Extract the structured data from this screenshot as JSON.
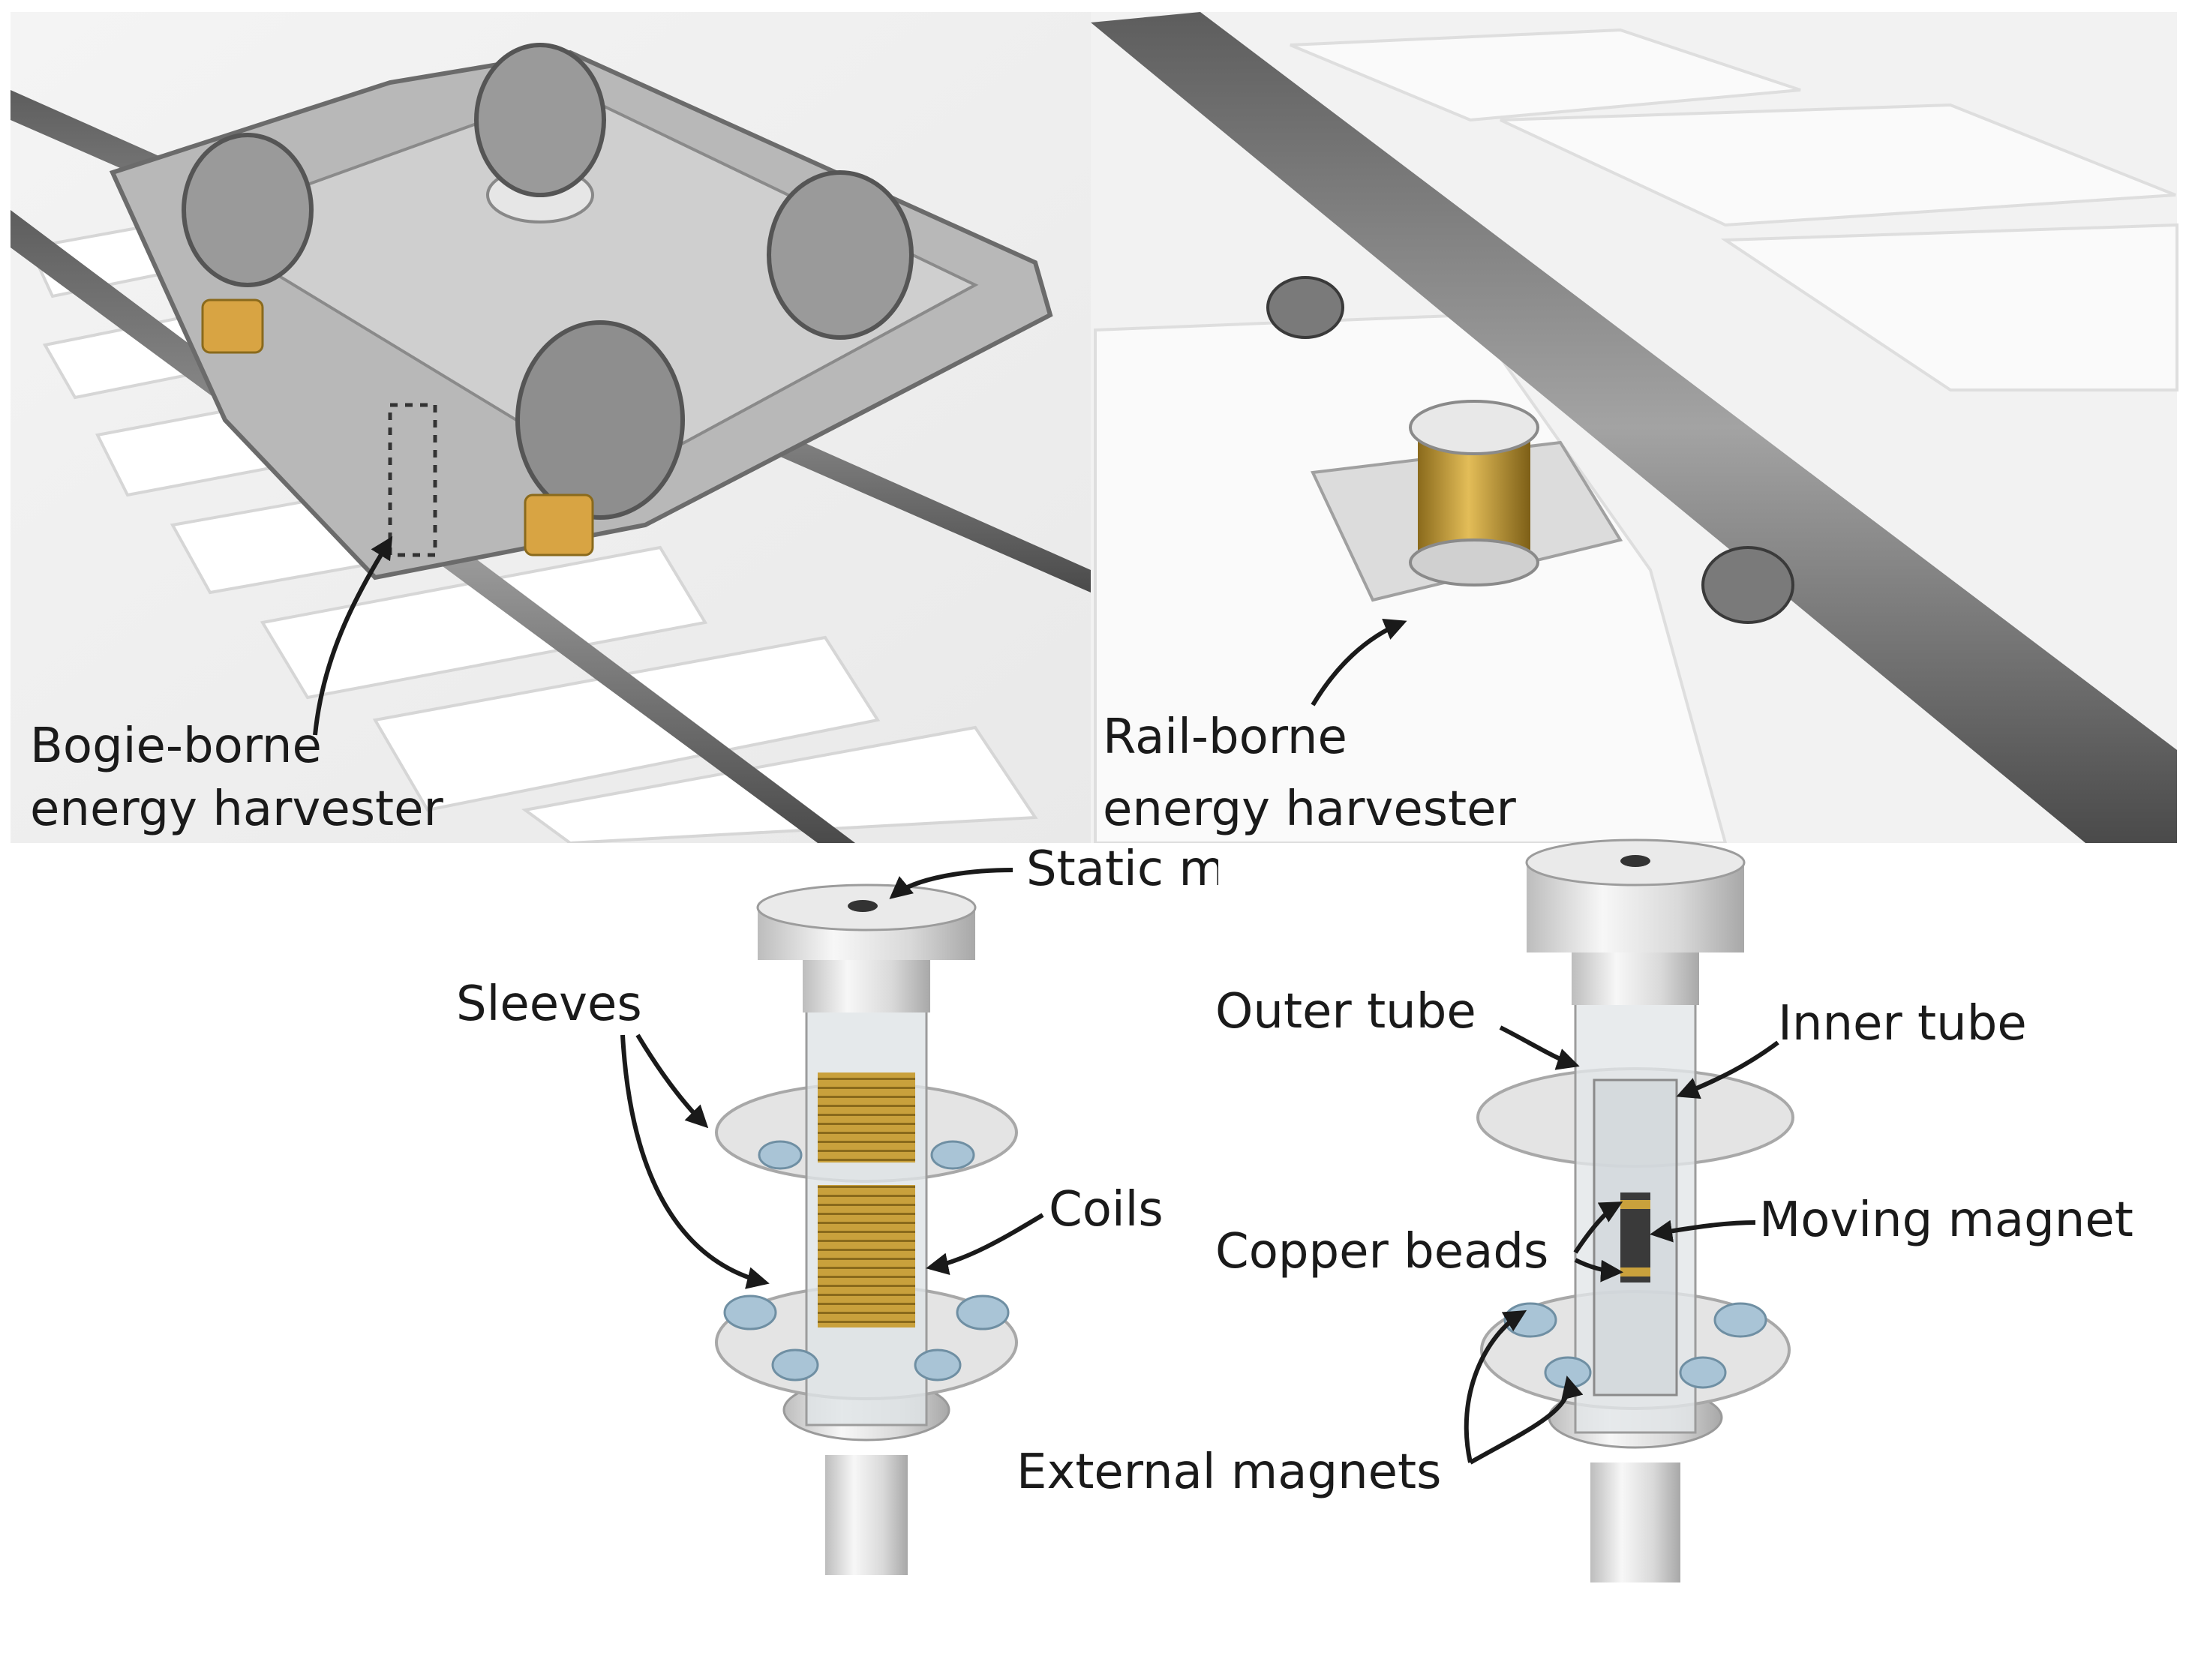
{
  "panels": {
    "bogie": {
      "label_line1": "Bogie-borne",
      "label_line2": "energy harvester"
    },
    "rail": {
      "label_line1": "Rail-borne",
      "label_line2": "energy harvester"
    },
    "coil_assembly": {
      "static_magnet": "Static magnet",
      "sleeves": "Sleeves",
      "coils": "Coils"
    },
    "magnet_assembly": {
      "outer_tube": "Outer tube",
      "inner_tube": "Inner tube",
      "copper_beads": "Copper beads",
      "moving_magnet": "Moving magnet",
      "external_magnets": "External magnets"
    }
  },
  "colors": {
    "steel": "#8c8c8c",
    "sleeper": "#eeeeee",
    "coil_gold": "#c9a13c",
    "spring_gold": "#d8a443",
    "magnet_blue": "#a9c4d6",
    "label": "#1a1a1a"
  }
}
